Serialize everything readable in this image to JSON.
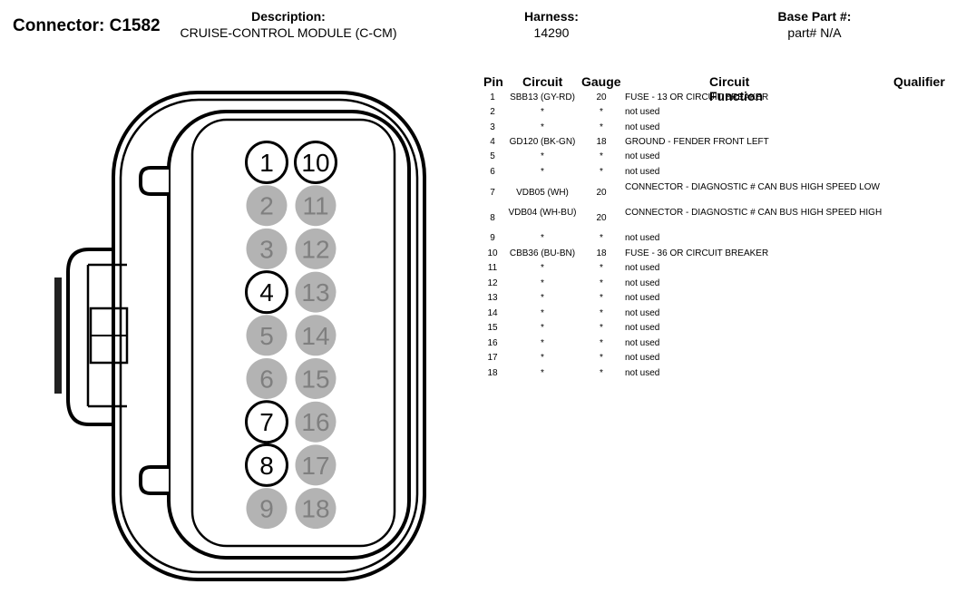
{
  "header": {
    "connector": "Connector: C1582",
    "description_label": "Description:",
    "description": "CRUISE-CONTROL MODULE (C-CM)",
    "harness_label": "Harness:",
    "harness": "14290",
    "base_part_label": "Base Part #:",
    "base_part": "part# N/A"
  },
  "table": {
    "headers": {
      "pin": "Pin",
      "circuit": "Circuit",
      "gauge": "Gauge",
      "function": "Circuit Function",
      "qualifier": "Qualifier"
    },
    "rows": [
      {
        "pin": "1",
        "circuit": "SBB13 (GY-RD)",
        "gauge": "20",
        "function": "FUSE - 13 OR CIRCUIT BREAKER"
      },
      {
        "pin": "2",
        "circuit": "*",
        "gauge": "*",
        "function": "not used"
      },
      {
        "pin": "3",
        "circuit": "*",
        "gauge": "*",
        "function": "not used"
      },
      {
        "pin": "4",
        "circuit": "GD120 (BK-GN)",
        "gauge": "18",
        "function": "GROUND - FENDER FRONT LEFT"
      },
      {
        "pin": "5",
        "circuit": "*",
        "gauge": "*",
        "function": "not used"
      },
      {
        "pin": "6",
        "circuit": "*",
        "gauge": "*",
        "function": "not used"
      },
      {
        "pin": "7",
        "circuit": "VDB05 (WH)",
        "gauge": "20",
        "function": "CONNECTOR - DIAGNOSTIC # CAN BUS HIGH SPEED LOW"
      },
      {
        "pin": "8",
        "circuit": "VDB04 (WH-BU)",
        "gauge": "20",
        "function": "CONNECTOR - DIAGNOSTIC # CAN BUS HIGH SPEED HIGH"
      },
      {
        "pin": "9",
        "circuit": "*",
        "gauge": "*",
        "function": "not used"
      },
      {
        "pin": "10",
        "circuit": "CBB36 (BU-BN)",
        "gauge": "18",
        "function": "FUSE - 36 OR CIRCUIT BREAKER"
      },
      {
        "pin": "11",
        "circuit": "*",
        "gauge": "*",
        "function": "not used"
      },
      {
        "pin": "12",
        "circuit": "*",
        "gauge": "*",
        "function": "not used"
      },
      {
        "pin": "13",
        "circuit": "*",
        "gauge": "*",
        "function": "not used"
      },
      {
        "pin": "14",
        "circuit": "*",
        "gauge": "*",
        "function": "not used"
      },
      {
        "pin": "15",
        "circuit": "*",
        "gauge": "*",
        "function": "not used"
      },
      {
        "pin": "16",
        "circuit": "*",
        "gauge": "*",
        "function": "not used"
      },
      {
        "pin": "17",
        "circuit": "*",
        "gauge": "*",
        "function": "not used"
      },
      {
        "pin": "18",
        "circuit": "*",
        "gauge": "*",
        "function": "not used"
      }
    ]
  },
  "diagram": {
    "used_fill": "#ffffff",
    "unused_fill": "#b3b3b3",
    "used_text": "#000000",
    "unused_text": "#7f7f7f",
    "pins": [
      {
        "label": "1",
        "used": true
      },
      {
        "label": "10",
        "used": true
      },
      {
        "label": "2",
        "used": false
      },
      {
        "label": "11",
        "used": false
      },
      {
        "label": "3",
        "used": false
      },
      {
        "label": "12",
        "used": false
      },
      {
        "label": "4",
        "used": true
      },
      {
        "label": "13",
        "used": false
      },
      {
        "label": "5",
        "used": false
      },
      {
        "label": "14",
        "used": false
      },
      {
        "label": "6",
        "used": false
      },
      {
        "label": "15",
        "used": false
      },
      {
        "label": "7",
        "used": true
      },
      {
        "label": "16",
        "used": false
      },
      {
        "label": "8",
        "used": true
      },
      {
        "label": "17",
        "used": false
      },
      {
        "label": "9",
        "used": false
      },
      {
        "label": "18",
        "used": false
      }
    ]
  }
}
